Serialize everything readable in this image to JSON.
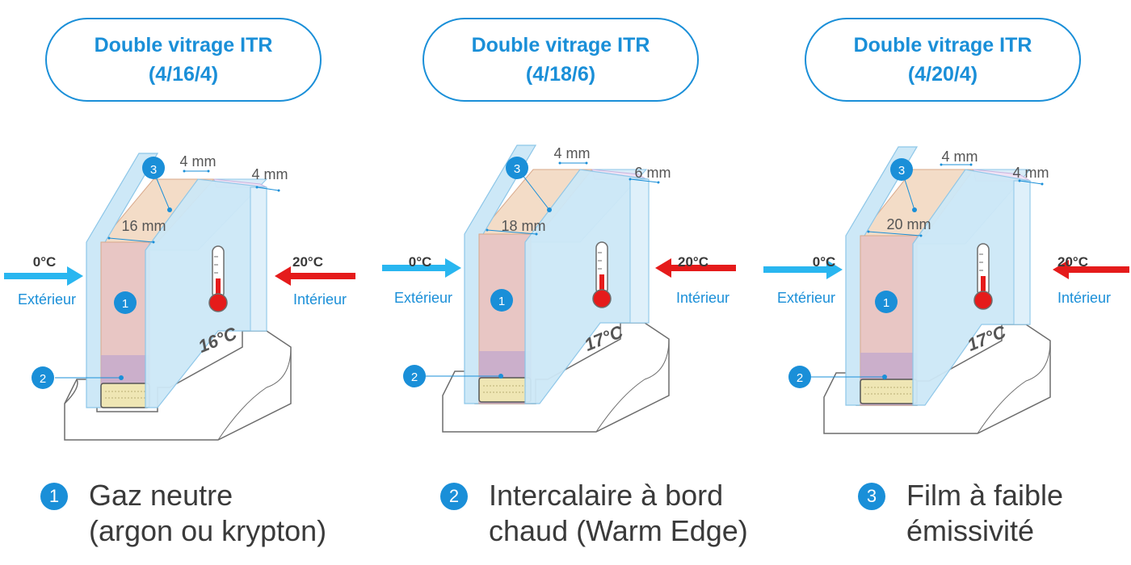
{
  "panels": [
    {
      "title_line1": "Double vitrage ITR",
      "title_line2": "(4/16/4)",
      "glass_outer": "4 mm",
      "glass_inner": "4 mm",
      "gap": "16 mm",
      "temp_inside_glass": "16°C",
      "ext_temp": "0°C",
      "ext_label": "Extérieur",
      "int_temp": "20°C",
      "int_label": "Intérieur"
    },
    {
      "title_line1": "Double vitrage ITR",
      "title_line2": "(4/18/6)",
      "glass_outer": "4 mm",
      "glass_inner": "6 mm",
      "gap": "18 mm",
      "temp_inside_glass": "17°C",
      "ext_temp": "0°C",
      "ext_label": "Extérieur",
      "int_temp": "20°C",
      "int_label": "Intérieur"
    },
    {
      "title_line1": "Double vitrage ITR",
      "title_line2": "(4/20/4)",
      "glass_outer": "4 mm",
      "glass_inner": "4 mm",
      "gap": "20 mm",
      "temp_inside_glass": "17°C",
      "ext_temp": "0°C",
      "ext_label": "Extérieur",
      "int_temp": "20°C",
      "int_label": "Intérieur"
    }
  ],
  "markers": {
    "one": "1",
    "two": "2",
    "three": "3"
  },
  "legend": [
    {
      "num": "1",
      "line1": "Gaz neutre",
      "line2": "(argon ou krypton)"
    },
    {
      "num": "2",
      "line1": "Intercalaire à bord",
      "line2": "chaud (Warm Edge)"
    },
    {
      "num": "3",
      "line1": "Film à faible",
      "line2": "émissivité"
    }
  ],
  "colors": {
    "accent": "#1a8fd8",
    "glass": "#cde8f7",
    "gas": "#e8c6c4",
    "lowe_film": "#e8dcf2",
    "hot_arrow": "#e51b1b",
    "cold_arrow": "#29b6f0",
    "spacer": "#efe6b4"
  }
}
